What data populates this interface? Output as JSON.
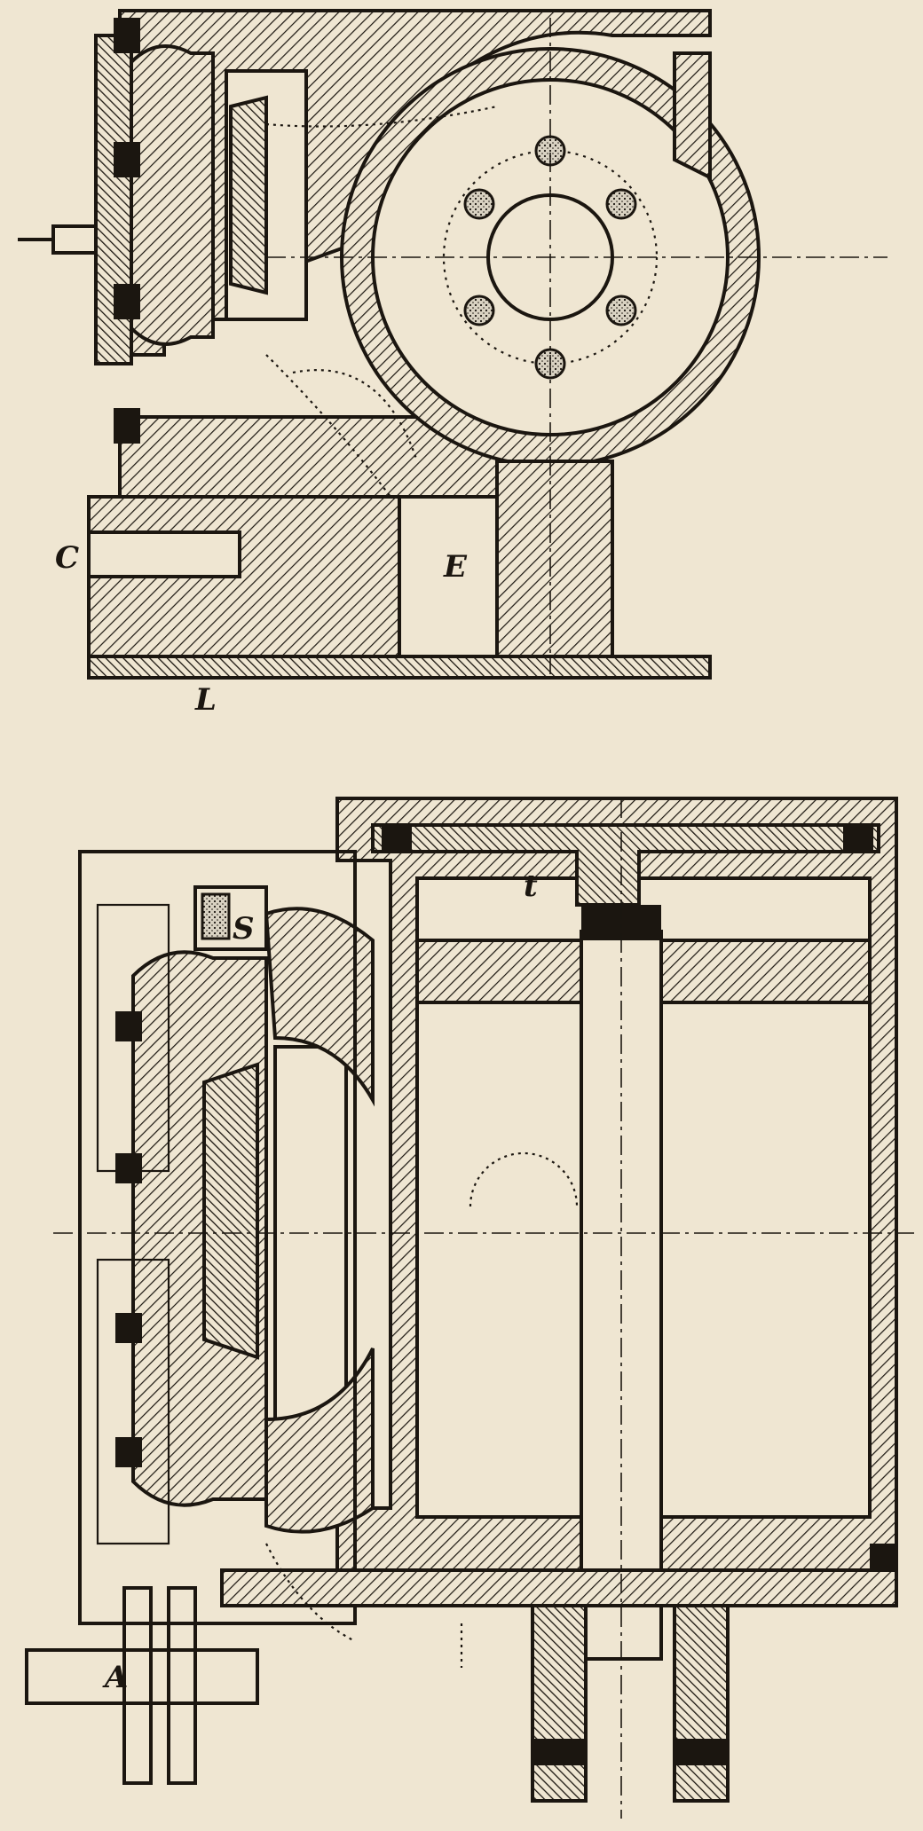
{
  "figure": {
    "labels": {
      "C": "C",
      "E": "E",
      "L": "L",
      "t": "t",
      "S": "S",
      "A": "A"
    },
    "colors": {
      "paper": "#efe6d2",
      "ink": "#1b1610"
    }
  }
}
